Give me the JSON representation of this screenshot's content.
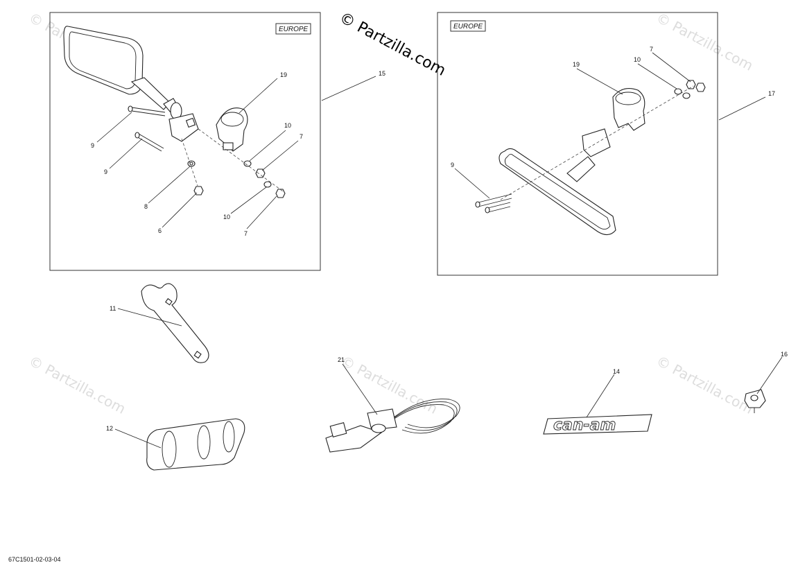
{
  "watermark": {
    "main": "© Partzilla.com",
    "faint": "© Partzilla.com"
  },
  "diagram_code": "67C1501-02-03-04",
  "panels": {
    "left": {
      "region": "EUROPE",
      "callout": "15"
    },
    "right": {
      "region": "EUROPE",
      "callout": "17"
    }
  },
  "labels": {
    "l19": "19",
    "l10a": "10",
    "l7a": "7",
    "l9a": "9",
    "l9b": "9",
    "l8": "8",
    "l6": "6",
    "l10b": "10",
    "l7b": "7",
    "r7": "7",
    "r10": "10",
    "r19": "19",
    "r9": "9",
    "p11": "11",
    "p12": "12",
    "p21": "21",
    "p14": "14",
    "p16": "16"
  },
  "logo_text": "can-am"
}
